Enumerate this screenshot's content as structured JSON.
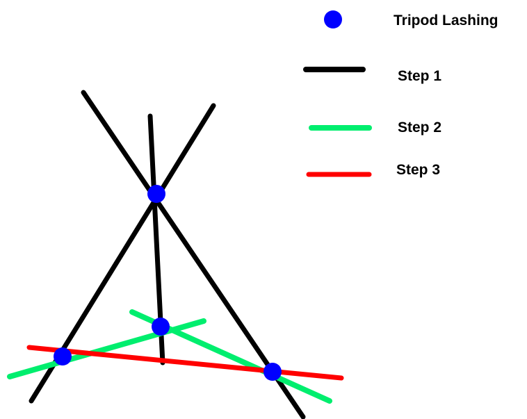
{
  "colors": {
    "background": "#ffffff",
    "step1": "#000000",
    "step2": "#00ee6e",
    "step3": "#ff0000",
    "lashing": "#0000ff"
  },
  "legend": {
    "lashing_label": "Tripod Lashing",
    "step1_label": "Step 1",
    "step2_label": "Step 2",
    "step3_label": "Step 3"
  }
}
